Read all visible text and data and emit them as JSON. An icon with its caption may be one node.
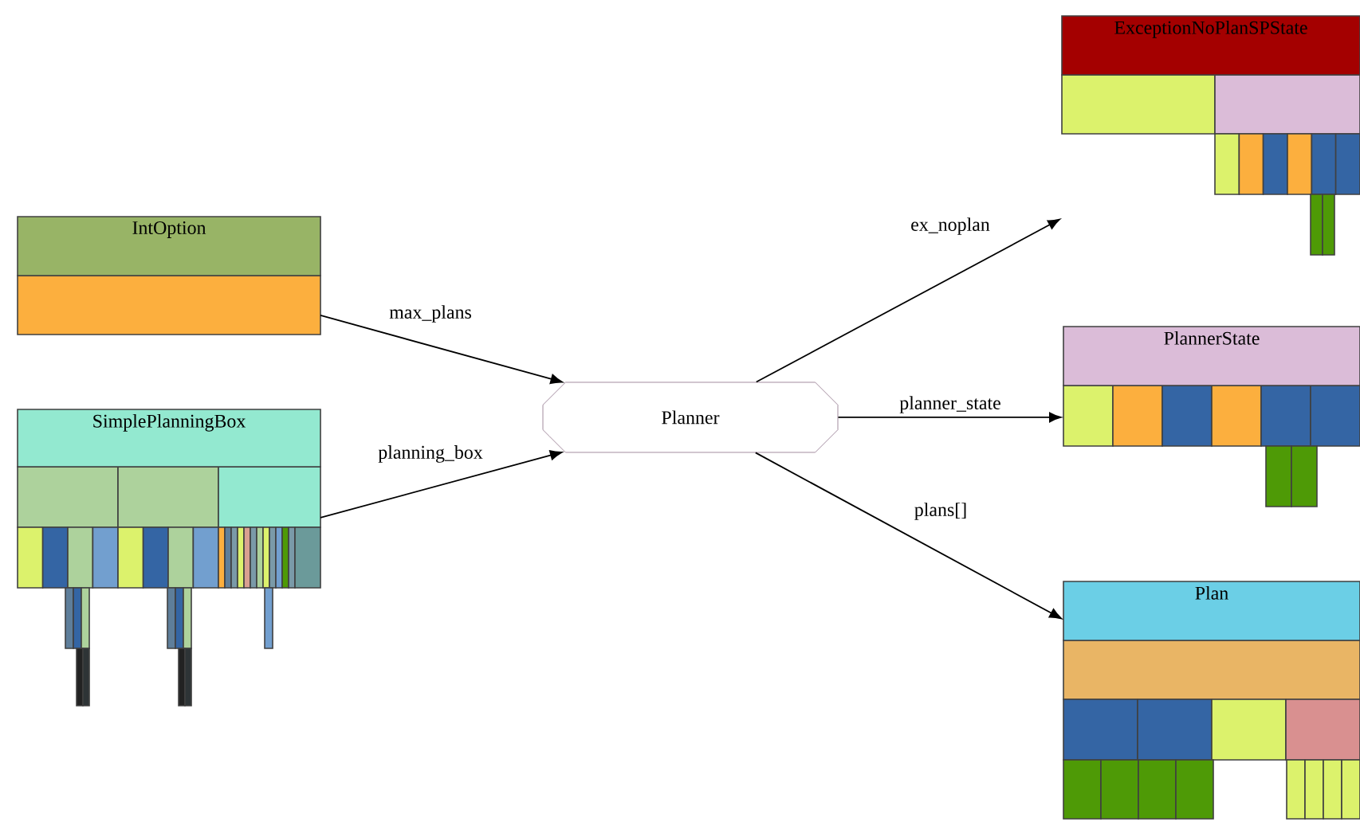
{
  "diagram": {
    "nodes": [
      {
        "text": [
          "IntOption"
        ]
      },
      {
        "text": [
          "SimplePlanningBox"
        ]
      },
      {
        "text": [
          "Planner"
        ]
      },
      {
        "text": [
          "ExceptionNoPlanSPState"
        ]
      },
      {
        "text": [
          "PlannerState"
        ]
      },
      {
        "text": [
          "Plan"
        ]
      }
    ],
    "edges": [
      {
        "from": 0,
        "to": 2,
        "arrow": "to",
        "label": "max_plans"
      },
      {
        "from": 1,
        "to": 2,
        "arrow": "to",
        "label": "planning_box"
      },
      {
        "from": 2,
        "to": 3,
        "arrow": "to",
        "label": "ex_noplan"
      },
      {
        "from": 2,
        "to": 4,
        "arrow": "to",
        "label": "planner_state"
      },
      {
        "from": 2,
        "to": 5,
        "arrow": "to",
        "label": "plans[]"
      }
    ]
  }
}
